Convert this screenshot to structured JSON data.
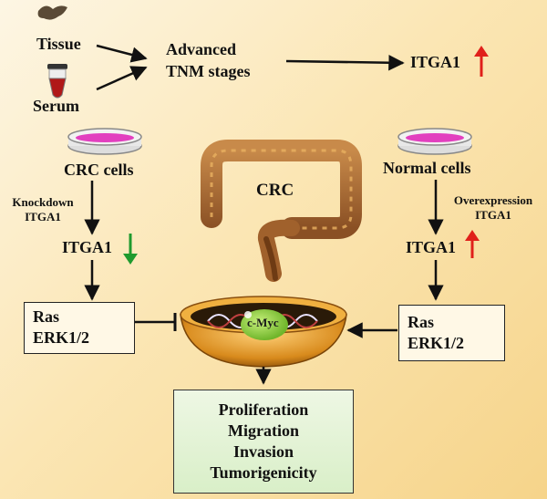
{
  "top": {
    "tissue": "Tissue",
    "serum": "Serum",
    "advanced_line1": "Advanced",
    "advanced_line2": "TNM stages",
    "itga1_top": "ITGA1"
  },
  "left": {
    "crc_cells": "CRC cells",
    "knockdown_line1": "Knockdown",
    "knockdown_line2": "ITGA1",
    "itga1": "ITGA1",
    "box_line1": "Ras",
    "box_line2": "ERK1/2"
  },
  "right": {
    "normal_cells": "Normal cells",
    "overexpression_line1": "Overexpression",
    "overexpression_line2": "ITGA1",
    "itga1": "ITGA1",
    "box_line1": "Ras",
    "box_line2": "ERK1/2"
  },
  "center": {
    "crc_label": "CRC",
    "cmyc_label": "c-Myc"
  },
  "outcomes": [
    "Proliferation",
    "Migration",
    "Invasion",
    "Tumorigenicity"
  ],
  "colors": {
    "up_arrow": "#e0201b",
    "down_arrow": "#1f9a2e",
    "dish_medium": "#e23fbf",
    "nucleus": "#c97a14",
    "cmyc": "#8ccd3a",
    "colon": "#b9753a",
    "outcome_box": "#dcefcc"
  }
}
